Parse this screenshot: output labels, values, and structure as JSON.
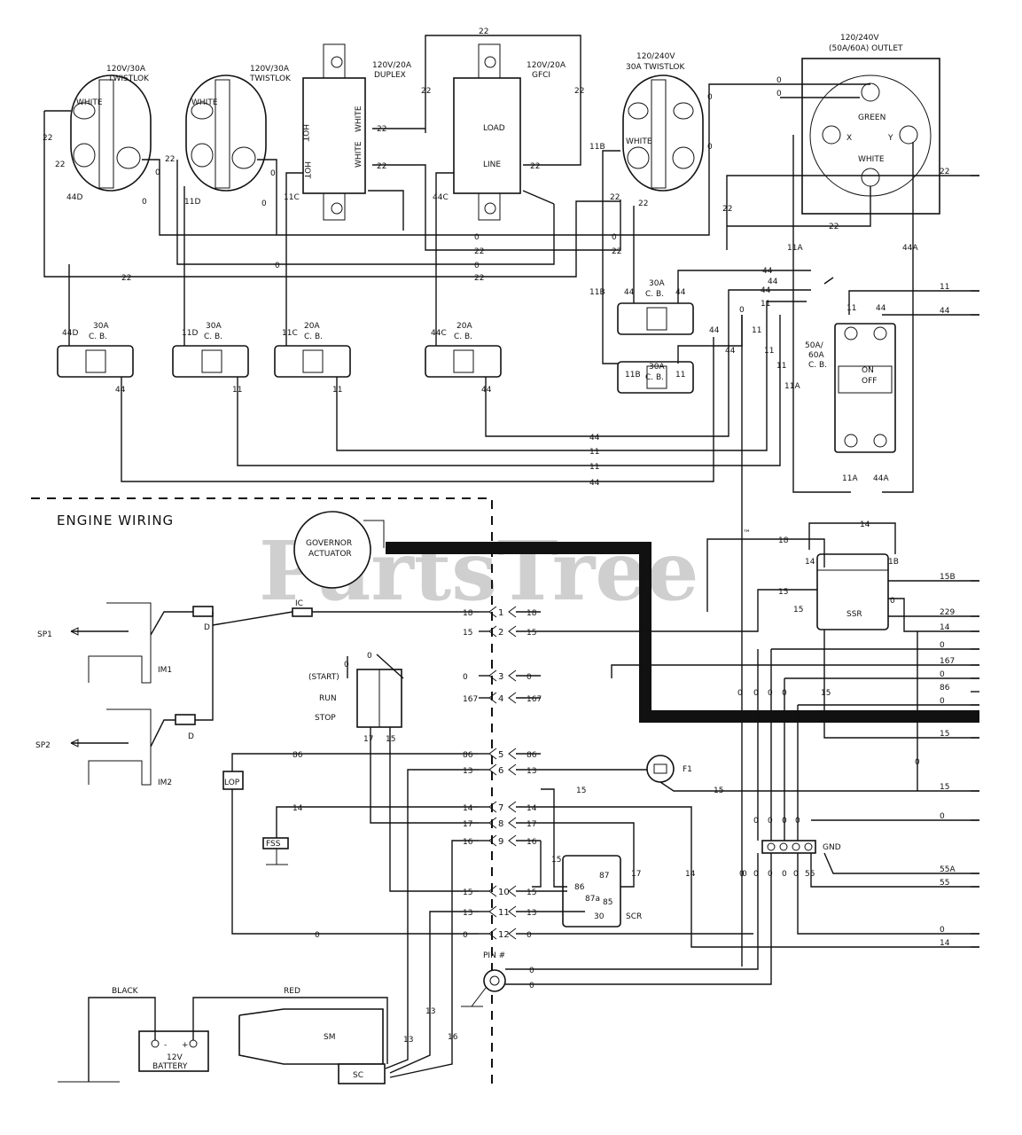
{
  "watermark": "PartsTree",
  "watermark_tm": "™",
  "section_label": "ENGINE WIRING",
  "outlets": {
    "tw1_a": "120V/30A",
    "tw1_b": "TWISTLOK",
    "tw2_a": "120V/30A",
    "tw2_b": "TWISTLOK",
    "dup_a": "120V/20A",
    "dup_b": "DUPLEX",
    "gfci_a": "120V/20A",
    "gfci_b": "GFCI",
    "tw3_a": "120/240V",
    "tw3_b": "30A TWISTLOK",
    "big_a": "120/240V",
    "big_b": "(50A/60A) OUTLET",
    "green": "GREEN",
    "white": "WHITE",
    "x": "X",
    "y": "Y",
    "hot": "HOT",
    "white_small": "WHITE",
    "load": "LOAD",
    "line": "LINE"
  },
  "breakers": {
    "cb": "C. B.",
    "a30": "30A",
    "a20": "20A",
    "main_a": "50A/",
    "main_b": "60A",
    "main_c": "C. B.",
    "on": "ON",
    "off": "OFF"
  },
  "components": {
    "governor_a": "GOVERNOR",
    "governor_b": "ACTUATOR",
    "ic": "IC",
    "d": "D",
    "sp1": "SP1",
    "sp2": "SP2",
    "im1": "IM1",
    "im2": "IM2",
    "start": "(START)",
    "run": "RUN",
    "stop": "STOP",
    "fss": "FSS",
    "lop": "LOP",
    "f1": "F1",
    "ssr": "SSR",
    "scr": "SCR",
    "gnd": "GND",
    "pin": "PIN #",
    "black": "BLACK",
    "red": "RED",
    "battery_a": "12V",
    "battery_b": "BATTERY",
    "minus": "-",
    "plus": "+",
    "sm": "SM",
    "sc": "SC",
    "r86": "86",
    "r87": "87",
    "r87a": "87a",
    "r85": "85",
    "r30": "30"
  },
  "connector_pins": [
    "1",
    "2",
    "3",
    "4",
    "5",
    "6",
    "7",
    "8",
    "9",
    "10",
    "11",
    "12"
  ],
  "connector_wires_left": [
    "18",
    "15",
    "0",
    "167",
    "86",
    "13",
    "14",
    "17",
    "16",
    "15",
    "13",
    "0"
  ],
  "connector_wires_right": [
    "18",
    "15",
    "0",
    "167",
    "86",
    "13",
    "14",
    "17",
    "16",
    "15",
    "13",
    "0"
  ],
  "right_edge_labels": [
    "22",
    "11",
    "44",
    "15B",
    "229",
    "14",
    "0",
    "167",
    "0",
    "86",
    "0",
    "15",
    "15",
    "0",
    "55A",
    "55",
    "0",
    "14"
  ],
  "wire_labels": {
    "w0": "0",
    "w11": "11",
    "w11a": "11A",
    "w11b": "11B",
    "w11c": "11C",
    "w11d": "11D",
    "w13": "13",
    "w14": "14",
    "w15": "15",
    "w16": "16",
    "w17": "17",
    "w18": "18",
    "w22": "22",
    "w44": "44",
    "w44a": "44A",
    "w44c": "44C",
    "w44d": "44D",
    "w55": "55",
    "w86": "86",
    "w1b": "1B"
  }
}
